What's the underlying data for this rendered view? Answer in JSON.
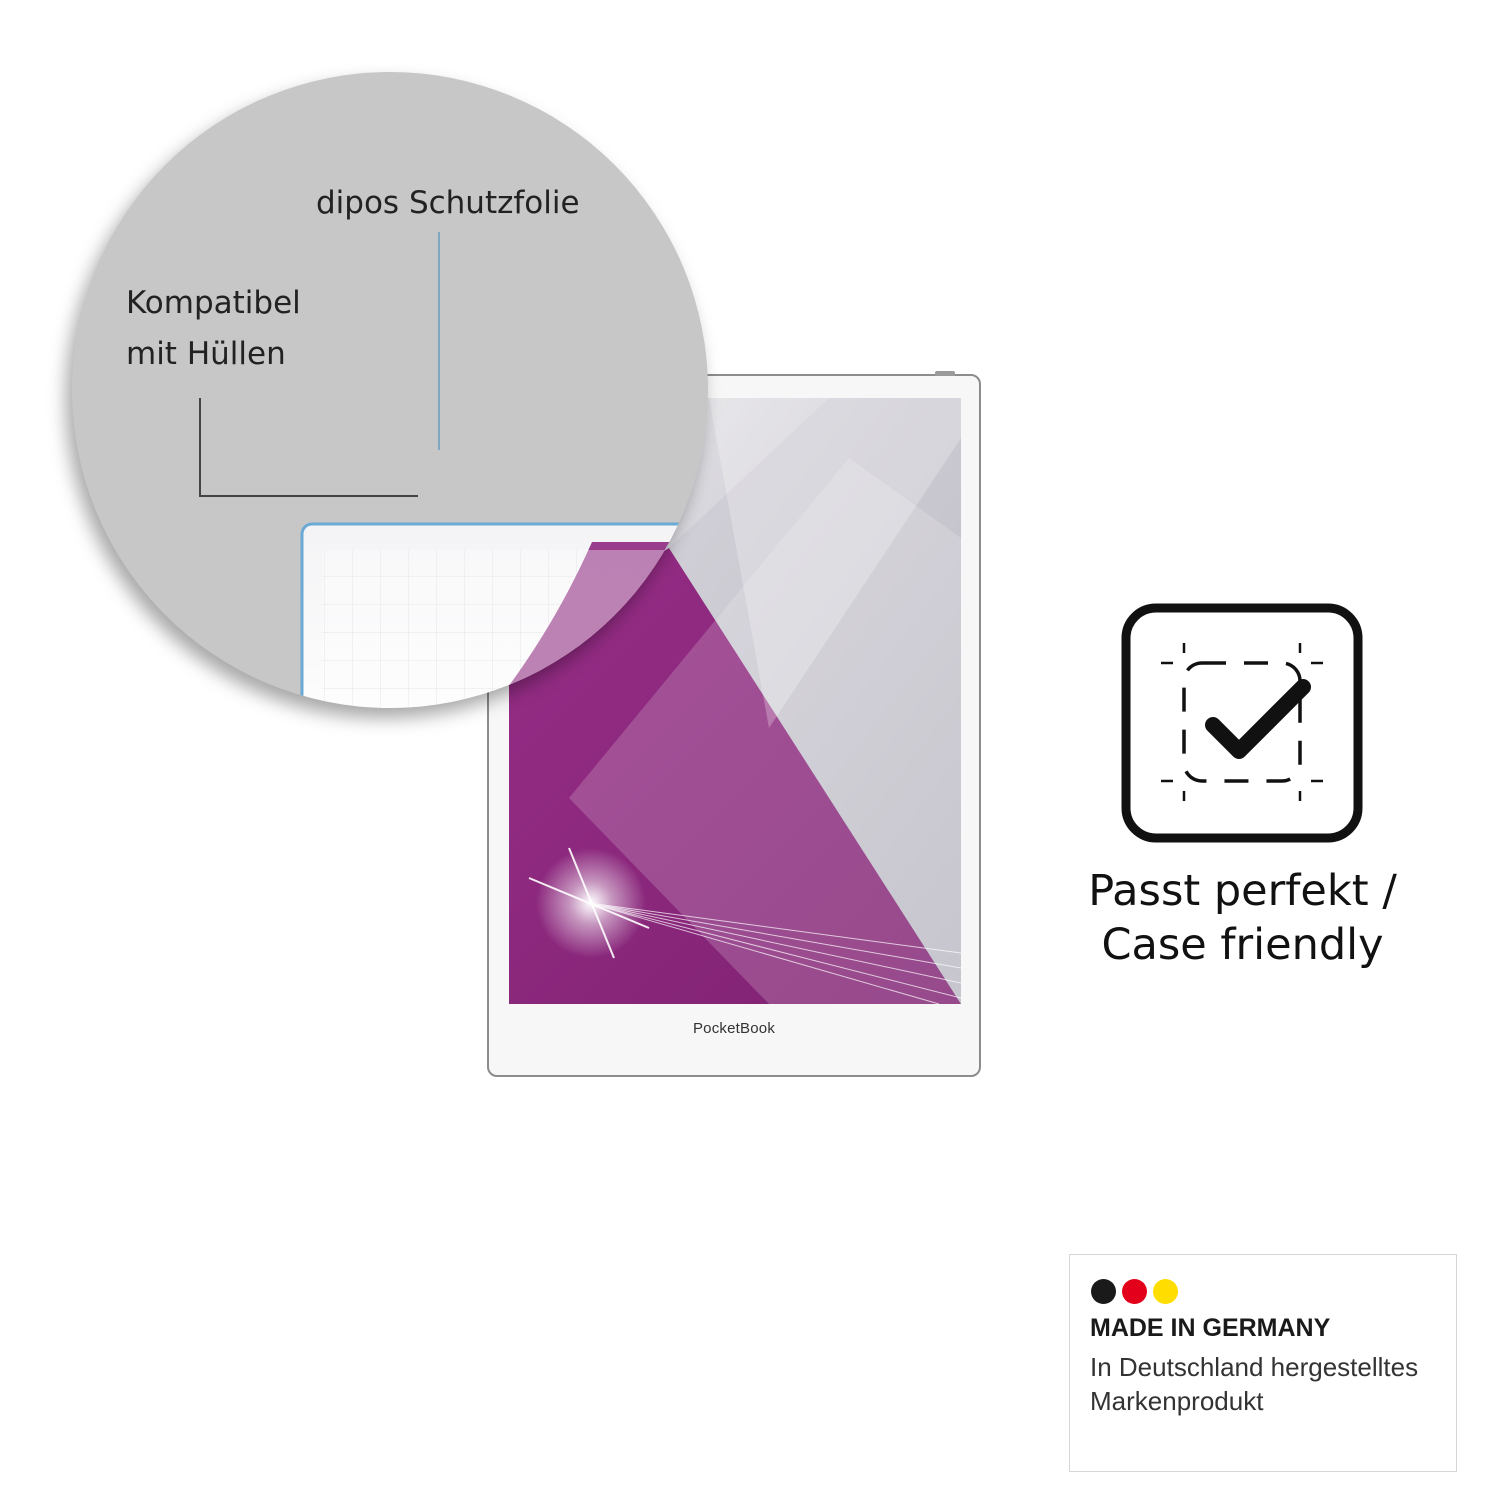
{
  "zoom": {
    "film_label": "dipos Schutzfolie",
    "compat_label_line1": "Kompatibel",
    "compat_label_line2": "mit Hüllen"
  },
  "device": {
    "brand": "PocketBook",
    "screen_accent_color": "#8e2a7f"
  },
  "fit_badge": {
    "icon": "fit-check-icon",
    "caption_line1": "Passt perfekt /",
    "caption_line2": "Case friendly"
  },
  "made_in_germany": {
    "flag_colors": [
      "#1a1a1a",
      "#e3001b",
      "#ffdd00"
    ],
    "title": "MADE IN GERMANY",
    "line1": "In Deutschland hergestelltes",
    "line2": "Markenprodukt"
  }
}
